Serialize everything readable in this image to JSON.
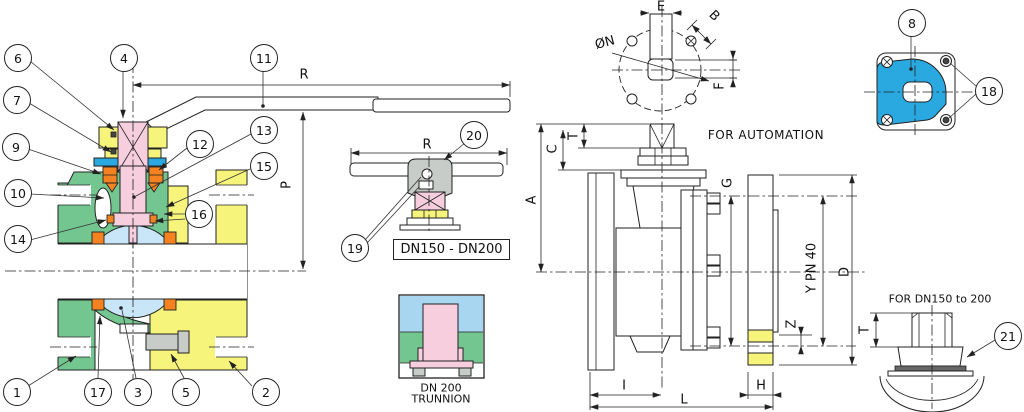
{
  "drawing": {
    "balloons": [
      {
        "label": "1"
      },
      {
        "label": "2"
      },
      {
        "label": "3"
      },
      {
        "label": "4"
      },
      {
        "label": "5"
      },
      {
        "label": "6"
      },
      {
        "label": "7"
      },
      {
        "label": "8"
      },
      {
        "label": "9"
      },
      {
        "label": "10"
      },
      {
        "label": "11"
      },
      {
        "label": "12"
      },
      {
        "label": "13"
      },
      {
        "label": "14"
      },
      {
        "label": "15"
      },
      {
        "label": "16"
      },
      {
        "label": "17"
      },
      {
        "label": "18"
      },
      {
        "label": "19"
      },
      {
        "label": "20"
      },
      {
        "label": "21"
      }
    ],
    "notes": {
      "automation": "FOR AUTOMATION",
      "handle_range": "DN150 - DN200",
      "trunnion_size": "DN 200",
      "trunnion_type": "TRUNNION",
      "stem_note": "FOR DN150 to 200"
    },
    "dimensions": {
      "r_main": "R",
      "p": "P",
      "r_detail": "R",
      "e": "E",
      "b": "B",
      "n": "ØN",
      "f": "F",
      "a": "A",
      "c": "C",
      "t_side": "T",
      "g": "G",
      "d": "D",
      "y_pn": "Y PN 40",
      "z": "Z",
      "i": "I",
      "l": "L",
      "h": "H",
      "t_stem": "T"
    },
    "colors": {
      "body_green": "#74C690",
      "cap_yellow": "#F7F47C",
      "stem_pink": "#F6CEDE",
      "seal_orange": "#F58220",
      "gland_blue": "#29A9E0",
      "ball_blue": "#C9E6F8",
      "trunnion_sky": "#A8D5EF",
      "metal_gray": "#C8CCC8"
    }
  }
}
